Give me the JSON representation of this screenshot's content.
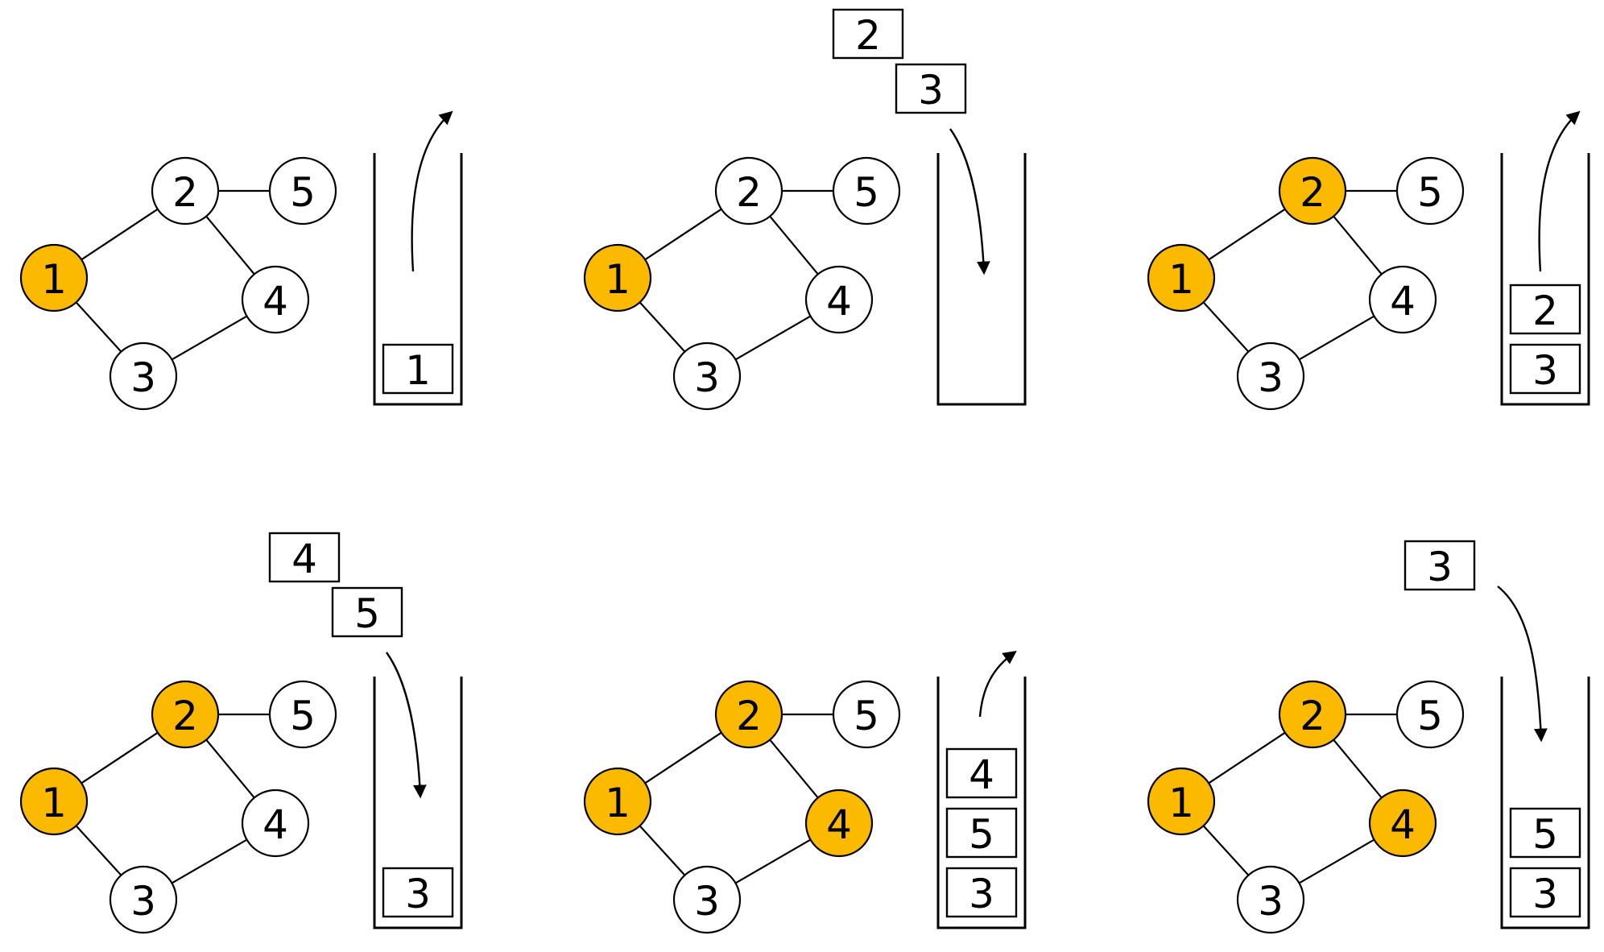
{
  "colors": {
    "visited": "#FBB900",
    "unvisited": "#FFFFFF",
    "stroke": "#000000"
  },
  "graph": {
    "nodes": [
      {
        "id": "1",
        "label": "1"
      },
      {
        "id": "2",
        "label": "2"
      },
      {
        "id": "3",
        "label": "3"
      },
      {
        "id": "4",
        "label": "4"
      },
      {
        "id": "5",
        "label": "5"
      }
    ],
    "edges": [
      [
        "1",
        "2"
      ],
      [
        "1",
        "3"
      ],
      [
        "2",
        "4"
      ],
      [
        "2",
        "5"
      ],
      [
        "3",
        "4"
      ]
    ]
  },
  "steps": [
    {
      "visited": [
        "1"
      ],
      "stack": [
        "1"
      ],
      "arrow": "pop",
      "incoming": []
    },
    {
      "visited": [
        "1"
      ],
      "stack": [],
      "arrow": "push",
      "incoming": [
        "2",
        "3"
      ]
    },
    {
      "visited": [
        "1",
        "2"
      ],
      "stack": [
        "2",
        "3"
      ],
      "arrow": "pop",
      "incoming": []
    },
    {
      "visited": [
        "1",
        "2"
      ],
      "stack": [
        "3"
      ],
      "arrow": "push",
      "incoming": [
        "4",
        "5"
      ]
    },
    {
      "visited": [
        "1",
        "2",
        "4"
      ],
      "stack": [
        "4",
        "5",
        "3"
      ],
      "arrow": "pop",
      "incoming": []
    },
    {
      "visited": [
        "1",
        "2",
        "4"
      ],
      "stack": [
        "5",
        "3"
      ],
      "arrow": "push",
      "incoming": [
        "3"
      ]
    }
  ]
}
